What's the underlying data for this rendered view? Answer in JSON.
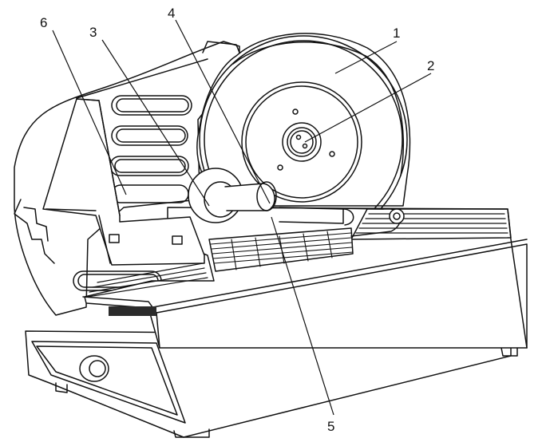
{
  "diagram": {
    "callouts": [
      {
        "id": "c1",
        "label": "1"
      },
      {
        "id": "c2",
        "label": "2"
      },
      {
        "id": "c3",
        "label": "3"
      },
      {
        "id": "c4",
        "label": "4"
      },
      {
        "id": "c5",
        "label": "5"
      },
      {
        "id": "c6",
        "label": "6"
      }
    ]
  },
  "colors": {
    "ink": "#111111",
    "paper": "#ffffff",
    "shade": "#2b2b2b"
  }
}
